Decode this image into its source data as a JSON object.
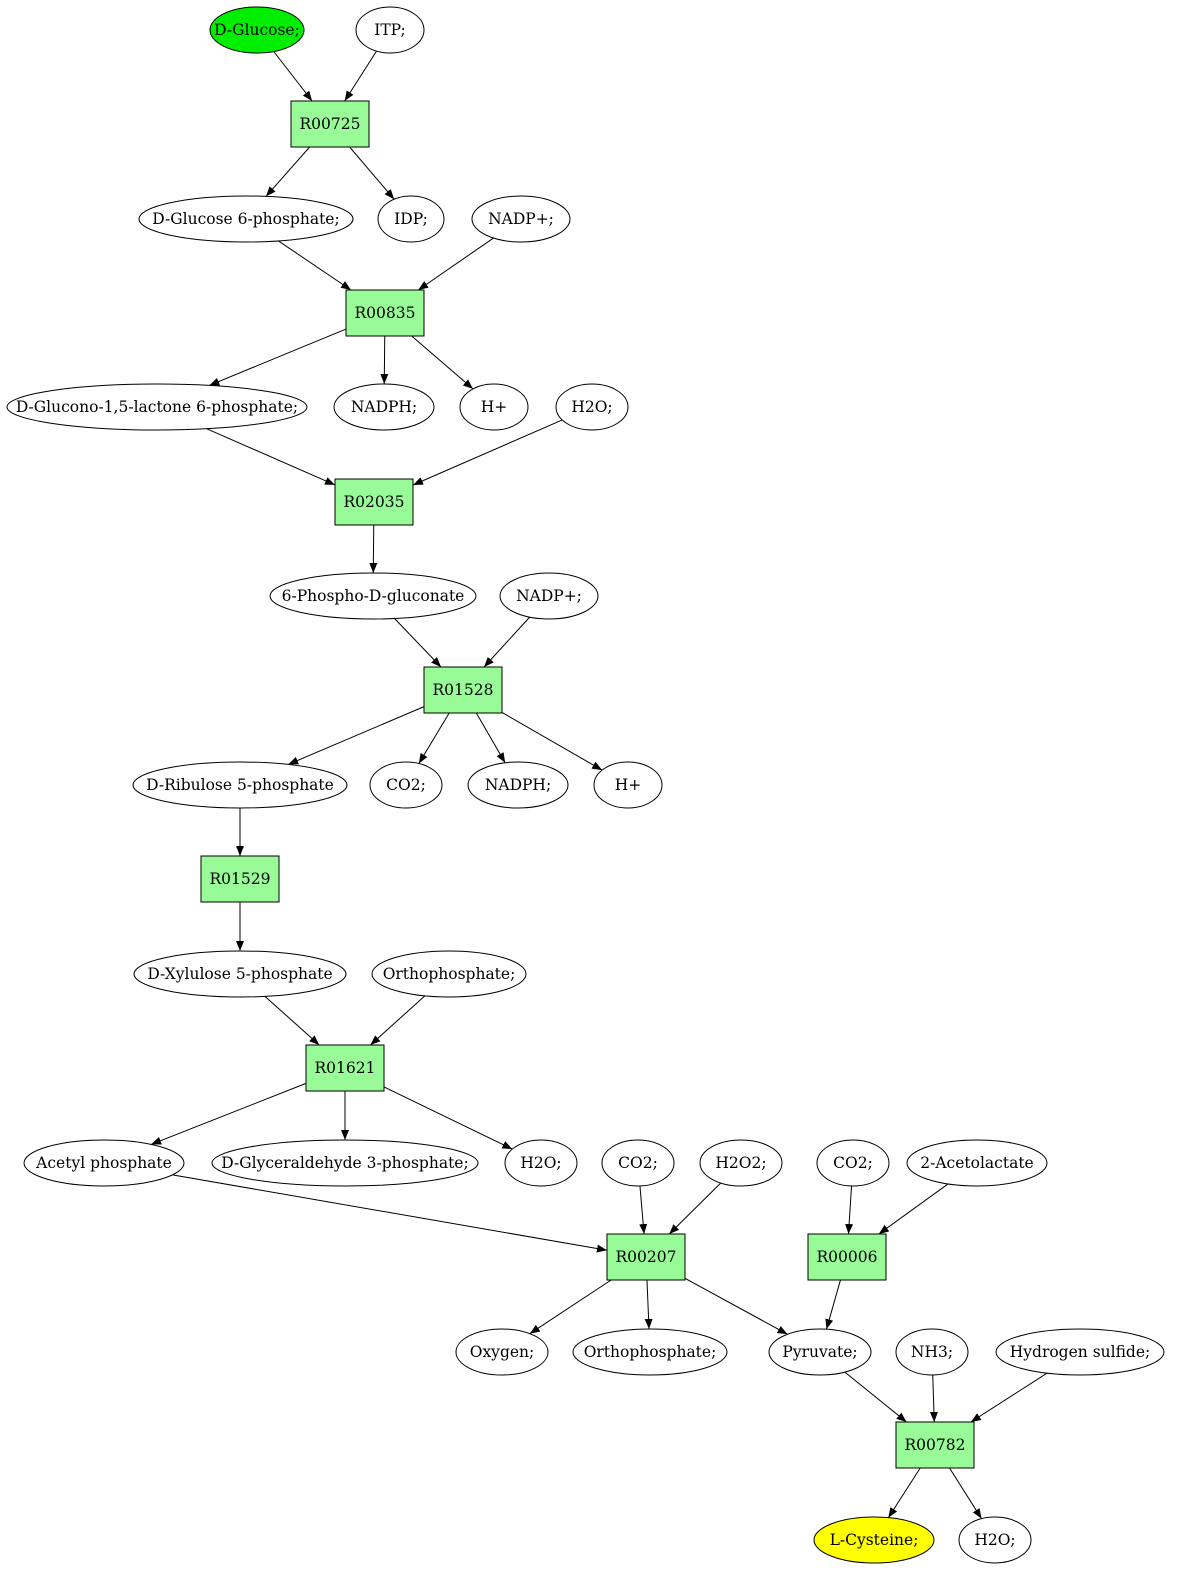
{
  "colors": {
    "start_compound": "#00ee00",
    "target_compound": "#ffff00",
    "reaction": "#98fb98",
    "compound": "#ffffff",
    "stroke": "#000000"
  },
  "reactions": [
    {
      "id": "r00725",
      "label": "R00725"
    },
    {
      "id": "r00835",
      "label": "R00835"
    },
    {
      "id": "r02035",
      "label": "R02035"
    },
    {
      "id": "r01528",
      "label": "R01528"
    },
    {
      "id": "r01529",
      "label": "R01529"
    },
    {
      "id": "r01621",
      "label": "R01621"
    },
    {
      "id": "r00207",
      "label": "R00207"
    },
    {
      "id": "r00006",
      "label": "R00006"
    },
    {
      "id": "r00782",
      "label": "R00782"
    }
  ],
  "compounds": [
    {
      "id": "c_dglucose",
      "label": "D-Glucose;",
      "role": "start"
    },
    {
      "id": "c_itp",
      "label": "ITP;"
    },
    {
      "id": "c_g6p",
      "label": "D-Glucose 6-phosphate;"
    },
    {
      "id": "c_idp",
      "label": "IDP;"
    },
    {
      "id": "c_nadp1",
      "label": "NADP+;"
    },
    {
      "id": "c_glucono",
      "label": "D-Glucono-1,5-lactone 6-phosphate;"
    },
    {
      "id": "c_nadph1",
      "label": "NADPH;"
    },
    {
      "id": "c_h1",
      "label": "H+"
    },
    {
      "id": "c_h2o1",
      "label": "H2O;"
    },
    {
      "id": "c_6pg",
      "label": "6-Phospho-D-gluconate"
    },
    {
      "id": "c_nadp2",
      "label": "NADP+;"
    },
    {
      "id": "c_ribulose",
      "label": "D-Ribulose 5-phosphate"
    },
    {
      "id": "c_co2a",
      "label": "CO2;"
    },
    {
      "id": "c_nadph2",
      "label": "NADPH;"
    },
    {
      "id": "c_h2",
      "label": "H+"
    },
    {
      "id": "c_xylulose",
      "label": "D-Xylulose 5-phosphate"
    },
    {
      "id": "c_ortho1",
      "label": "Orthophosphate;"
    },
    {
      "id": "c_acetylp",
      "label": "Acetyl phosphate"
    },
    {
      "id": "c_gap",
      "label": "D-Glyceraldehyde 3-phosphate;"
    },
    {
      "id": "c_h2o2",
      "label": "H2O;"
    },
    {
      "id": "c_co2b",
      "label": "CO2;"
    },
    {
      "id": "c_h2o2x",
      "label": "H2O2;"
    },
    {
      "id": "c_co2c",
      "label": "CO2;"
    },
    {
      "id": "c_acetolactate",
      "label": "2-Acetolactate"
    },
    {
      "id": "c_oxygen",
      "label": "Oxygen;"
    },
    {
      "id": "c_ortho2",
      "label": "Orthophosphate;"
    },
    {
      "id": "c_pyruvate",
      "label": "Pyruvate;"
    },
    {
      "id": "c_nh3",
      "label": "NH3;"
    },
    {
      "id": "c_h2s",
      "label": "Hydrogen sulfide;"
    },
    {
      "id": "c_lcys",
      "label": "L-Cysteine;",
      "role": "target"
    },
    {
      "id": "c_h2o3",
      "label": "H2O;"
    }
  ],
  "edges": [
    [
      "c_dglucose",
      "r00725"
    ],
    [
      "c_itp",
      "r00725"
    ],
    [
      "r00725",
      "c_g6p"
    ],
    [
      "r00725",
      "c_idp"
    ],
    [
      "c_g6p",
      "r00835"
    ],
    [
      "c_nadp1",
      "r00835"
    ],
    [
      "r00835",
      "c_glucono"
    ],
    [
      "r00835",
      "c_nadph1"
    ],
    [
      "r00835",
      "c_h1"
    ],
    [
      "c_glucono",
      "r02035"
    ],
    [
      "c_h2o1",
      "r02035"
    ],
    [
      "r02035",
      "c_6pg"
    ],
    [
      "c_6pg",
      "r01528"
    ],
    [
      "c_nadp2",
      "r01528"
    ],
    [
      "r01528",
      "c_ribulose"
    ],
    [
      "r01528",
      "c_co2a"
    ],
    [
      "r01528",
      "c_nadph2"
    ],
    [
      "r01528",
      "c_h2"
    ],
    [
      "c_ribulose",
      "r01529"
    ],
    [
      "r01529",
      "c_xylulose"
    ],
    [
      "c_xylulose",
      "r01621"
    ],
    [
      "c_ortho1",
      "r01621"
    ],
    [
      "r01621",
      "c_acetylp"
    ],
    [
      "r01621",
      "c_gap"
    ],
    [
      "r01621",
      "c_h2o2"
    ],
    [
      "c_acetylp",
      "r00207"
    ],
    [
      "c_co2b",
      "r00207"
    ],
    [
      "c_h2o2x",
      "r00207"
    ],
    [
      "c_co2c",
      "r00006"
    ],
    [
      "c_acetolactate",
      "r00006"
    ],
    [
      "r00207",
      "c_oxygen"
    ],
    [
      "r00207",
      "c_ortho2"
    ],
    [
      "r00207",
      "c_pyruvate"
    ],
    [
      "r00006",
      "c_pyruvate"
    ],
    [
      "c_pyruvate",
      "r00782"
    ],
    [
      "c_nh3",
      "r00782"
    ],
    [
      "c_h2s",
      "r00782"
    ],
    [
      "r00782",
      "c_lcys"
    ],
    [
      "r00782",
      "c_h2o3"
    ]
  ]
}
